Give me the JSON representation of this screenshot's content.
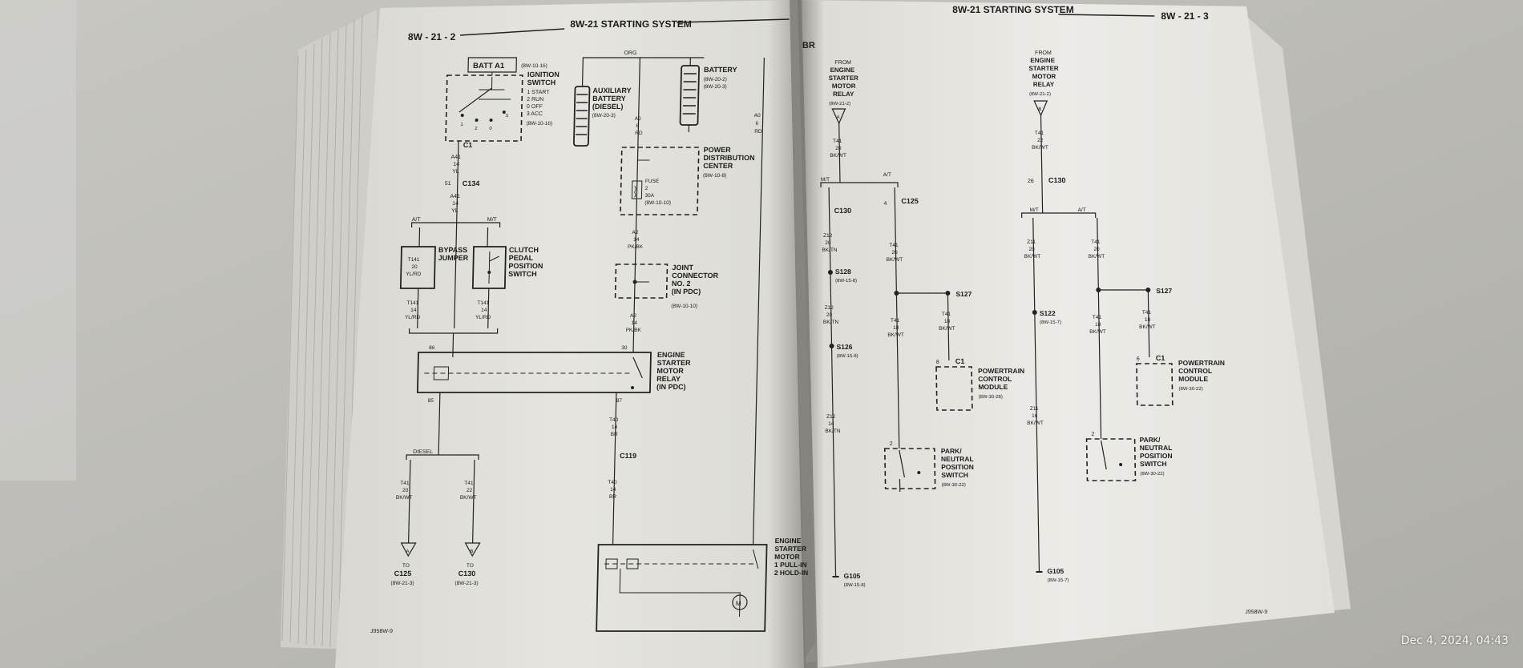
{
  "left_page": {
    "page_number": "8W - 21 - 2",
    "header": "8W-21 STARTING SYSTEM",
    "footer_code": "J958W-9",
    "batt": "BATT A1",
    "batt_ref": "(8W-10-16)",
    "ignition": {
      "title": "IGNITION",
      "title2": "SWITCH",
      "p1": "1 START",
      "p2": "2 RUN",
      "p3": "0 OFF",
      "p4": "3 ACC",
      "ref": "(8W-10-16)"
    },
    "c1": "C1",
    "a41_1": "A41",
    "a41_2": "14",
    "a41_3": "YL",
    "c134": "C134",
    "c134_pin": "51",
    "a41b_1": "A41",
    "a41b_2": "14",
    "a41b_3": "YL",
    "at": "A/T",
    "mt": "M/T",
    "bypass": {
      "l1": "BYPASS",
      "l2": "JUMPER",
      "w1": "T141",
      "w2": "20",
      "w3": "YL/RD"
    },
    "clutch": {
      "l1": "CLUTCH",
      "l2": "PEDAL",
      "l3": "POSITION",
      "l4": "SWITCH",
      "w1": "T141"
    },
    "t141a": {
      "w1": "T141",
      "w2": "14",
      "w3": "YL/RD"
    },
    "t141b": {
      "w1": "T141",
      "w2": "14",
      "w3": "YL/RD"
    },
    "aux_battery": {
      "l1": "AUXILIARY",
      "l2": "BATTERY",
      "l3": "(DIESEL)",
      "ref": "(8W-20-3)"
    },
    "battery": {
      "l1": "BATTERY",
      "ref1": "(8W-20-2)",
      "ref2": "(8W-20-3)"
    },
    "org": "ORG",
    "a0": {
      "w1": "A0",
      "w2": "6",
      "w3": "RD"
    },
    "a0r": {
      "w1": "A0",
      "w2": "6",
      "w3": "RD"
    },
    "pdc": {
      "l1": "POWER",
      "l2": "DISTRIBUTION",
      "l3": "CENTER",
      "ref": "(8W-10-8)",
      "fuse": "FUSE",
      "fuse_n": "2",
      "amps": "30A",
      "fuse_ref": "(8W-10-10)"
    },
    "a2_1": {
      "w1": "A2",
      "w2": "14",
      "w3": "PK/BK"
    },
    "joint": {
      "l1": "JOINT",
      "l2": "CONNECTOR",
      "l3": "NO. 2",
      "l4": "(IN PDC)",
      "ref": "(8W-10-10)"
    },
    "a2_2": {
      "w1": "A2",
      "w2": "14",
      "w3": "PK/BK"
    },
    "relay": {
      "l1": "ENGINE",
      "l2": "STARTER",
      "l3": "MOTOR",
      "l4": "RELAY",
      "l5": "(IN PDC)",
      "p86": "86",
      "p85": "85",
      "p30": "30",
      "p87": "87"
    },
    "diesel": "DIESEL",
    "t40a": {
      "w1": "T40",
      "w2": "14",
      "w3": "BR"
    },
    "c119": "C119",
    "t40b": {
      "w1": "T40",
      "w2": "14",
      "w3": "BR"
    },
    "t41a": {
      "w1": "T41",
      "w2": "20",
      "w3": "BK/WT"
    },
    "t41b": {
      "w1": "T41",
      "w2": "22",
      "w3": "BK/WT"
    },
    "to_a": {
      "sym": "A",
      "to": "TO",
      "conn": "C125",
      "ref": "(8W-21-3)"
    },
    "to_b": {
      "sym": "B",
      "to": "TO",
      "conn": "C130",
      "ref": "(8W-21-3)"
    },
    "motor": {
      "l1": "ENGINE",
      "l2": "STARTER",
      "l3": "MOTOR",
      "l4": "1 PULL-IN",
      "l5": "2 HOLD-IN",
      "m": "M"
    }
  },
  "right_page": {
    "page_number": "8W - 21 - 3",
    "header": "8W-21 STARTING SYSTEM",
    "corner": "BR",
    "footer_code": "J958W-9",
    "col_a": {
      "f1": "FROM",
      "f2": "ENGINE",
      "f3": "STARTER",
      "f4": "MOTOR",
      "f5": "RELAY",
      "ref": "(8W-21-2)",
      "sym": "A",
      "wire_top": {
        "w1": "T41",
        "w2": "20",
        "w3": "BK/WT"
      },
      "mt": "M/T",
      "at": "A/T",
      "c130": "C130",
      "c125": "C125",
      "c125_pin": "4",
      "z12a": {
        "w1": "Z12",
        "w2": "20",
        "w3": "BK/TN"
      },
      "t41_20": {
        "w1": "T41",
        "w2": "20",
        "w3": "BK/WT"
      },
      "s128": "S128",
      "s128_ref": "(8W-15-8)",
      "s127": "S127",
      "z12b": {
        "w1": "Z12",
        "w2": "20",
        "w3": "BK/TN"
      },
      "t41_18": {
        "w1": "T41",
        "w2": "18",
        "w3": "BK/WT"
      },
      "t41_18b": {
        "w1": "T41",
        "w2": "18",
        "w3": "BK/WT"
      },
      "s126": "S126",
      "s126_ref": "(8W-15-8)",
      "c1": "C1",
      "c1_pin": "8",
      "pcm": {
        "l1": "POWERTRAIN",
        "l2": "CONTROL",
        "l3": "MODULE",
        "ref": "(8W-30-28)"
      },
      "z12c": {
        "w1": "Z12",
        "w2": "14",
        "w3": "BK/TN"
      },
      "park": {
        "l1": "PARK/",
        "l2": "NEUTRAL",
        "l3": "POSITION",
        "l4": "SWITCH",
        "ref": "(8W-30-22)",
        "pin": "2"
      },
      "g105": "G105",
      "g105_ref": "(8W-15-8)"
    },
    "col_b": {
      "f1": "FROM",
      "f2": "ENGINE",
      "f3": "STARTER",
      "f4": "MOTOR",
      "f5": "RELAY",
      "ref": "(8W-21-2)",
      "sym": "B",
      "wire_top": {
        "w1": "T41",
        "w2": "22",
        "w3": "BK/WT"
      },
      "c130": "C130",
      "c130_pin": "26",
      "mt": "M/T",
      "at": "A/T",
      "z11a": {
        "w1": "Z11",
        "w2": "20",
        "w3": "BK/WT"
      },
      "t41_20": {
        "w1": "T41",
        "w2": "20",
        "w3": "BK/WT"
      },
      "s122": "S122",
      "s122_ref": "(8W-15-7)",
      "s127": "S127",
      "t41_18": {
        "w1": "T41",
        "w2": "18",
        "w3": "BK/WT"
      },
      "t41_18b": {
        "w1": "T41",
        "w2": "18",
        "w3": "BK/WT"
      },
      "c1": "C1",
      "c1_pin": "6",
      "pcm": {
        "l1": "POWERTRAIN",
        "l2": "CONTROL",
        "l3": "MODULE",
        "ref": "(8W-30-22)"
      },
      "z11b": {
        "w1": "Z11",
        "w2": "16",
        "w3": "BK/WT"
      },
      "park": {
        "l1": "PARK/",
        "l2": "NEUTRAL",
        "l3": "POSITION",
        "l4": "SWITCH",
        "ref": "(8W-30-22)",
        "pin": "2"
      },
      "g105": "G105",
      "g105_ref": "(8W-15-7)"
    }
  },
  "timestamp": "Dec 4, 2024, 04:43"
}
